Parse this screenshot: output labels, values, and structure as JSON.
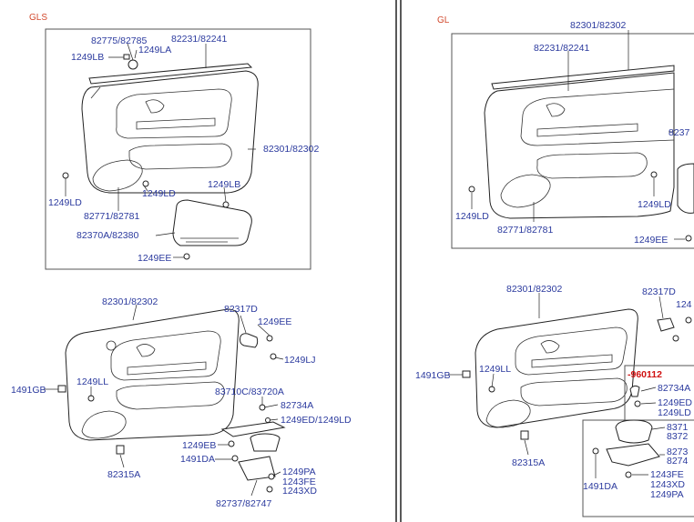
{
  "colors": {
    "label": "#2b3a9e",
    "group_title": "#d24a2e",
    "revision": "#d01010",
    "line": "#222222"
  },
  "left_top": {
    "group": "GLS",
    "labels": [
      "82775/82785",
      "1249LA",
      "1249LB",
      "82231/82241",
      "82301/82302",
      "1249LD",
      "1249LD",
      "1249LB",
      "82771/82781",
      "82370A/82380",
      "1249EE"
    ]
  },
  "left_bottom": {
    "labels": [
      "82301/82302",
      "82317D",
      "1249EE",
      "1249LJ",
      "1491GB",
      "1249LL",
      "83710C/83720A",
      "82734A",
      "1249ED/1249LD",
      "1249EB",
      "1491DA",
      "1249PA",
      "1243FE",
      "1243XD",
      "82737/82747",
      "82315A"
    ]
  },
  "right_top": {
    "group": "GL",
    "labels": [
      "82301/82302",
      "82231/82241",
      "8237",
      "1249LD",
      "1249LD",
      "82771/82781",
      "1249EE"
    ]
  },
  "right_bottom": {
    "labels": [
      "82301/82302",
      "82317D",
      "124",
      "1491GB",
      "1249LL",
      "82315A",
      "-960112",
      "82734A",
      "1249ED",
      "1249LD",
      "8371",
      "8372",
      "8273",
      "8274",
      "1243FE",
      "1243XD",
      "1249PA",
      "1491DA"
    ]
  }
}
